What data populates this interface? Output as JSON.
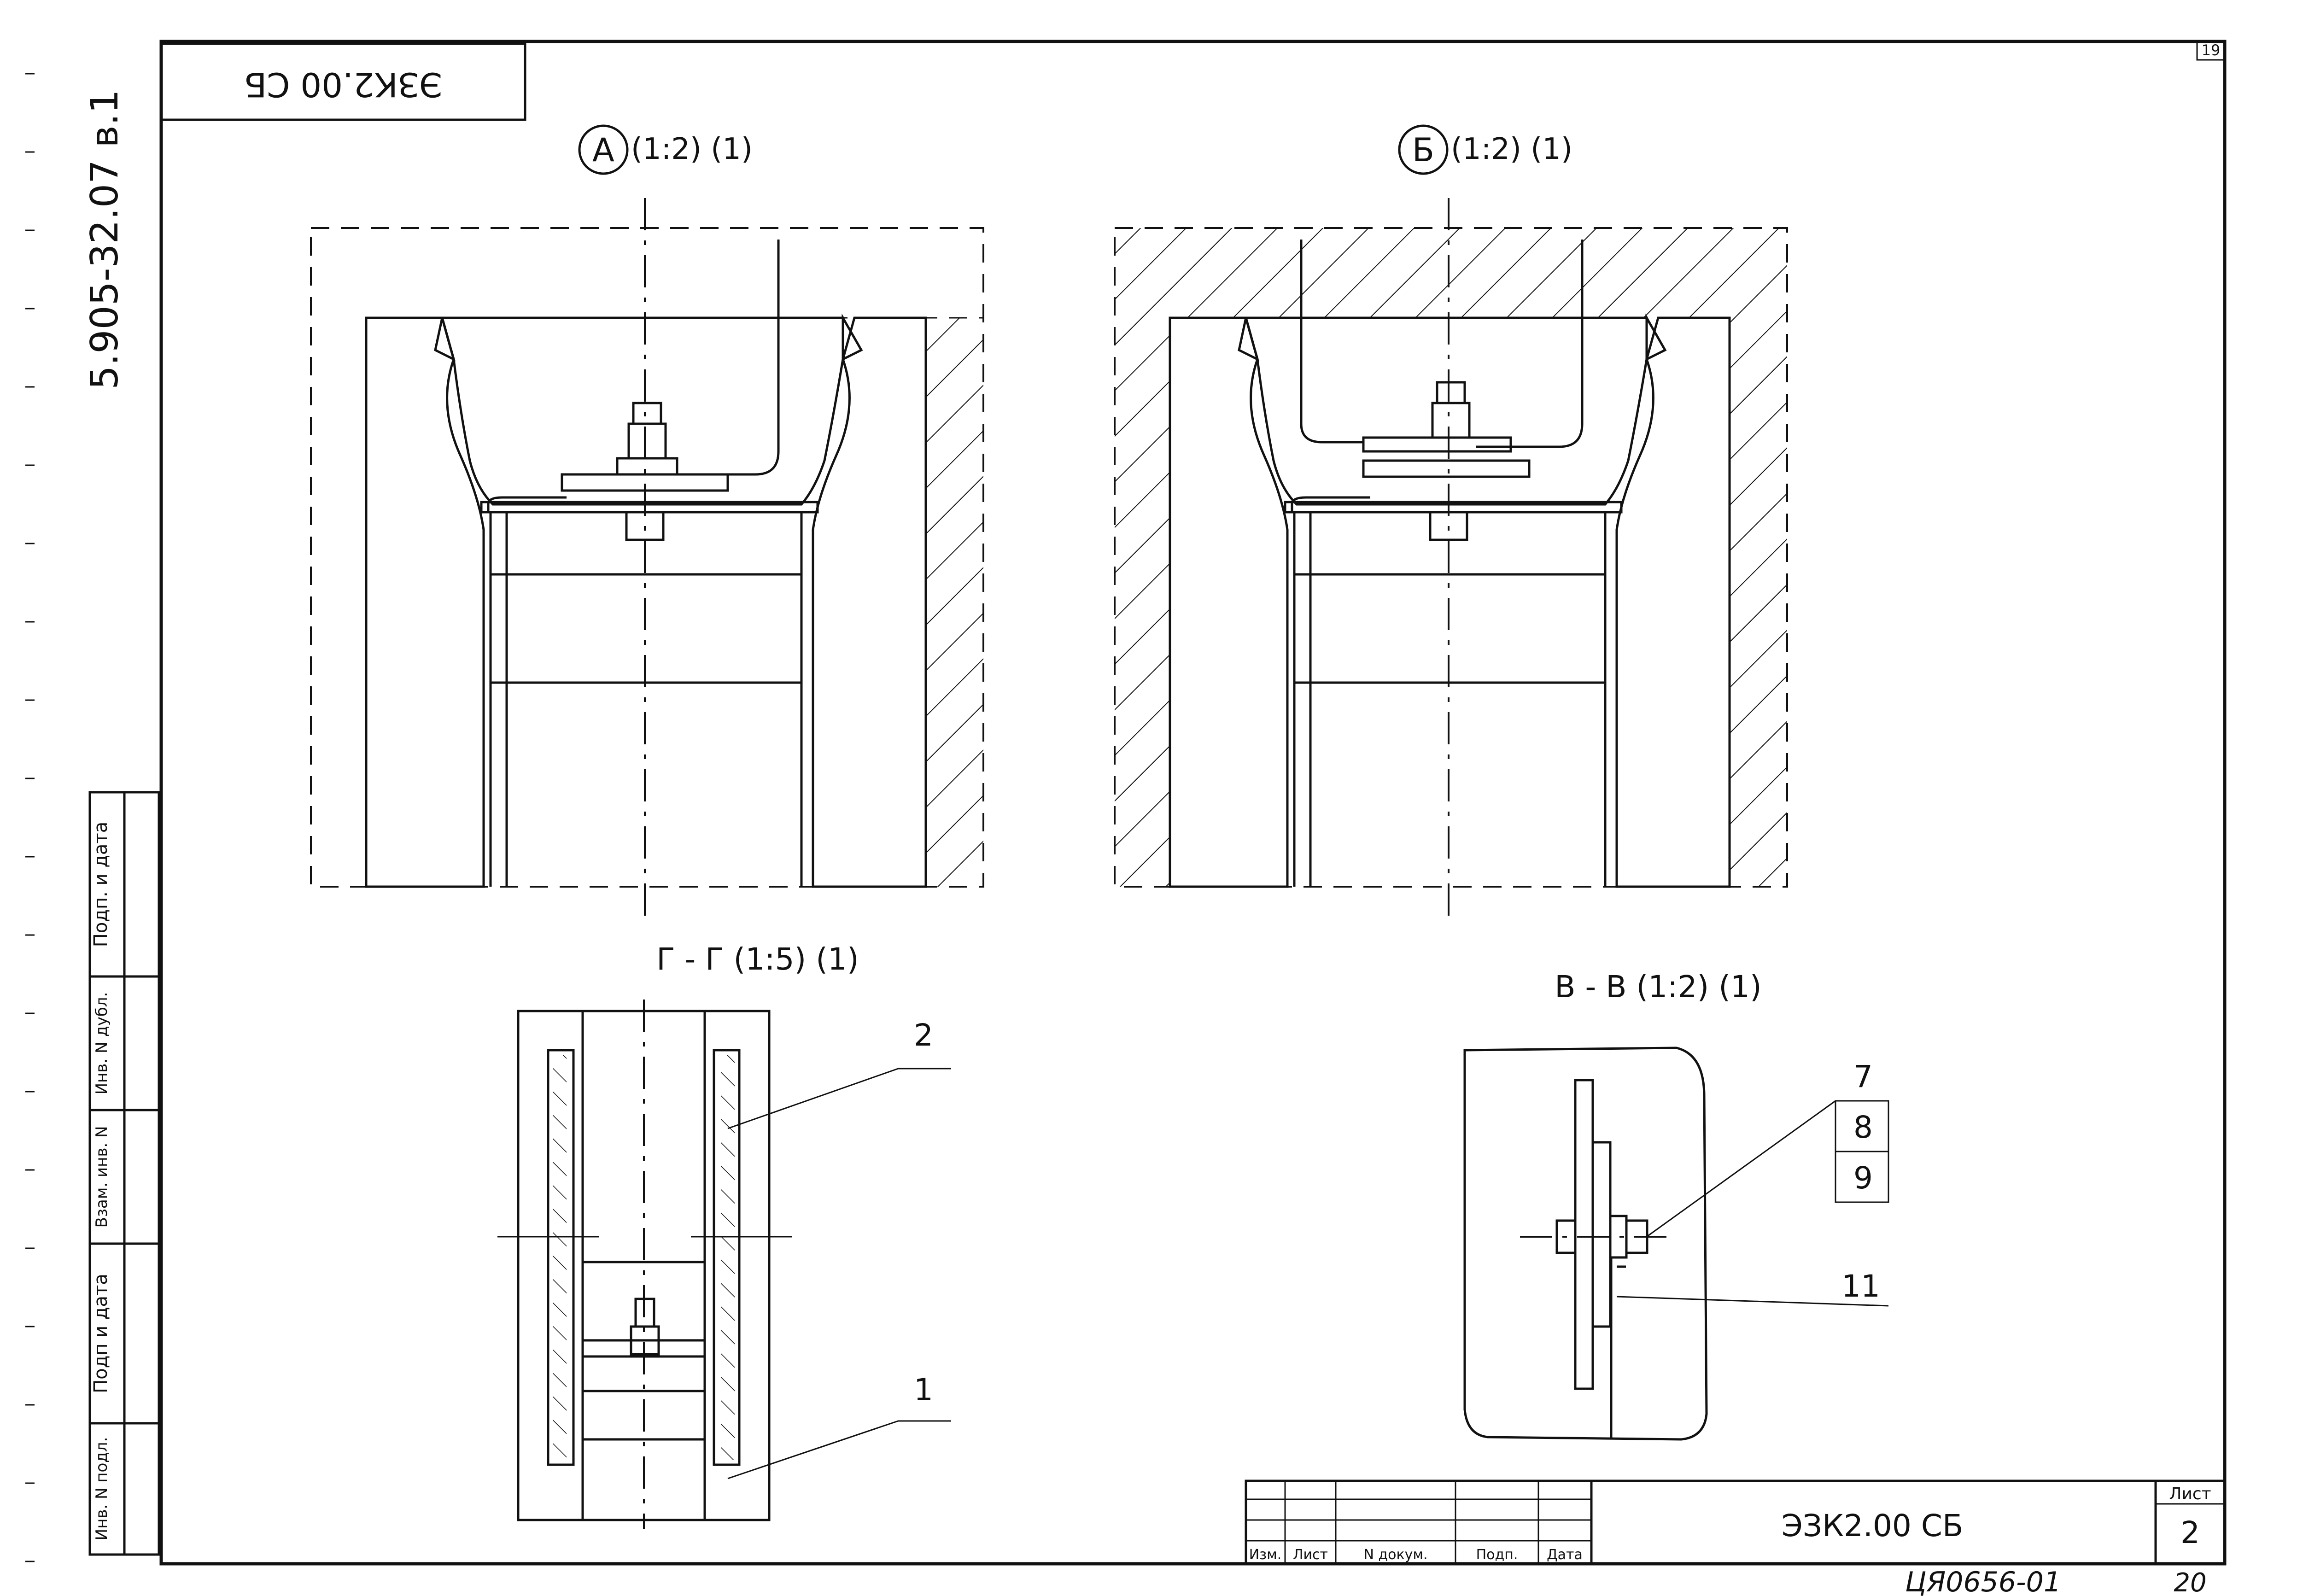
{
  "stamp_top": "ЭЗК2.00 СБ",
  "sheet_corner_number": "19",
  "doc_code_vertical": "5.905-32.07 в.1",
  "views": {
    "view_a": {
      "letter": "А",
      "scale": "(1:2) (1)"
    },
    "view_b": {
      "letter": "Б",
      "scale": "(1:2) (1)"
    },
    "section_g": {
      "title": "Г - Г (1:5) (1)"
    },
    "section_v": {
      "title": "В - В (1:2) (1)"
    }
  },
  "callouts": {
    "c1": "1",
    "c2": "2",
    "c7": "7",
    "c8": "8",
    "c9": "9",
    "c11": "11"
  },
  "left_stamp": {
    "podp_i_data_1": "Подп. и дата",
    "inv_n_dubl": "Инв. N дубл.",
    "vzam_inv_n": "Взам. инв. N",
    "podp_i_data_2": "Подп и дата",
    "inv_n_podl": "Инв. N подл."
  },
  "title_block": {
    "col_izm": "Изм.",
    "col_list": "Лист",
    "col_n_dokum": "N докум.",
    "col_podp": "Подп.",
    "col_data": "Дата",
    "designation": "ЭЗК2.00 СБ",
    "sheet_label": "Лист",
    "sheet_number": "2"
  },
  "handwritten": {
    "code": "ЦЯ0656-01",
    "page": "20"
  }
}
